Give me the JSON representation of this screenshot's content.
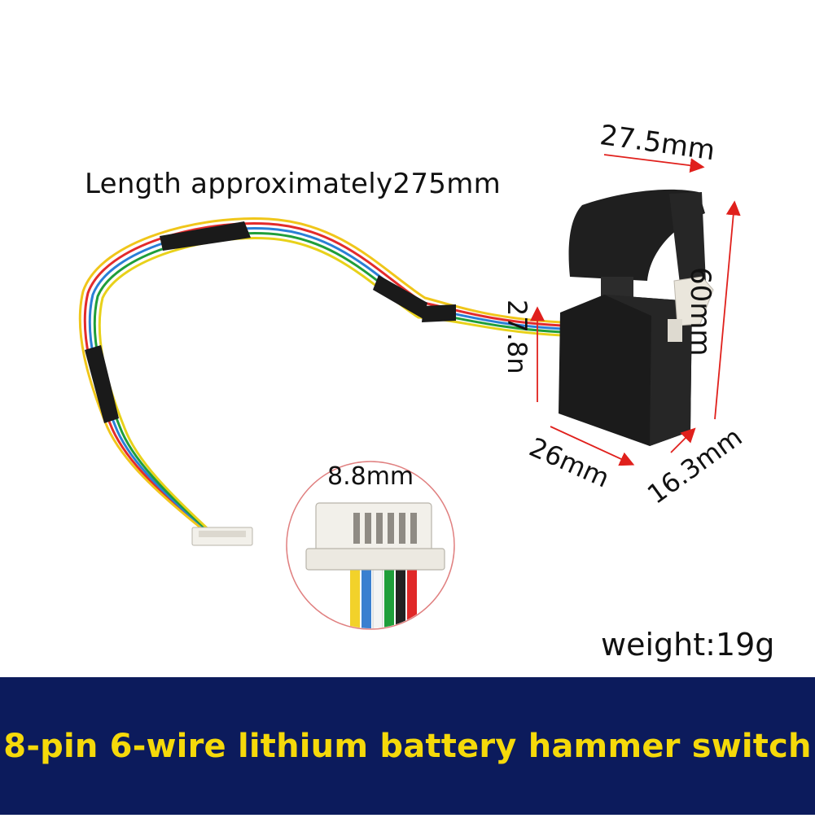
{
  "labels": {
    "cable_length": "Length approximately275mm",
    "switch_width_top": "27.5mm",
    "switch_height": "60mm",
    "cable_exit_height": "27.8n",
    "switch_width_bottom": "26mm",
    "switch_depth": "16.3mm",
    "connector_width": "8.8mm",
    "weight": "weight:19g"
  },
  "banner": {
    "title": "8-pin 6-wire lithium battery hammer switch"
  },
  "colors": {
    "banner_background": "#0c1b5c",
    "banner_text": "#f5d90a",
    "dimension_arrow": "#e0201c",
    "switch_body": "#1c1c1c",
    "connector_housing": "#f2f0ea"
  },
  "wire_colors": [
    "yellow",
    "blue",
    "white",
    "green",
    "black",
    "red"
  ]
}
